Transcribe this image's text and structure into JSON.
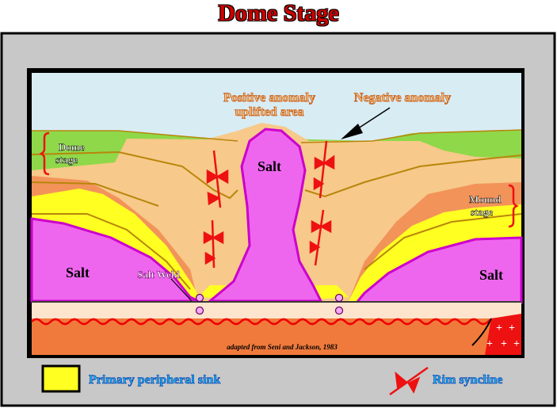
{
  "title": "Dome Stage",
  "labels": {
    "positive_anomaly_line1": "Positive anomaly",
    "positive_anomaly_line2": "uplifted area",
    "negative_anomaly": "Negative anomaly",
    "dome_stage_line1": "Dome",
    "dome_stage_line2": "stage",
    "mound_stage_line1": "Mound",
    "mound_stage_line2": "stage",
    "salt_center": "Salt",
    "salt_left": "Salt",
    "salt_right": "Salt",
    "salt_weld": "Salt Weld",
    "credit": "adapted from Seni and Jackson, 1983"
  },
  "legend": {
    "primary_sink": "Primary peripheral sink",
    "rim_syncline": "Rim syncline"
  },
  "colors": {
    "title": "#cc0000",
    "sky": "#d8ecf4",
    "green_layer": "#8fd84a",
    "tan_layer": "#f7c98a",
    "orange_layer": "#f2935a",
    "yellow_sink": "#ffff22",
    "salt": "#ee66ee",
    "basement": "#f07a3c",
    "red_block": "#ee1111",
    "annotation_orange": "#e87820",
    "legend_text": "#1ab0f0",
    "frame_gray": "#c8c8c8"
  }
}
